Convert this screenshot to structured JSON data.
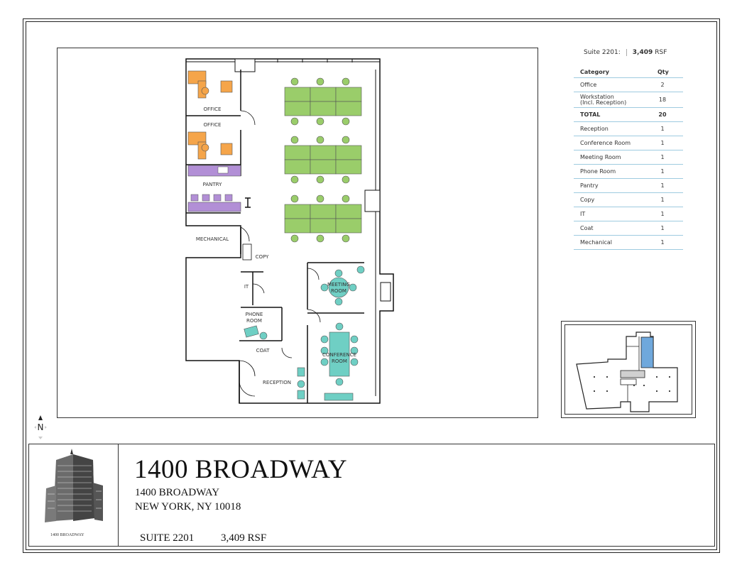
{
  "plan": {
    "rooms": {
      "office_1": "OFFICE",
      "office_2": "OFFICE",
      "pantry": "PANTRY",
      "mechanical": "MECHANICAL",
      "copy": "COPY",
      "it": "IT",
      "phone_1": "PHONE",
      "phone_2": "ROOM",
      "coat": "COAT",
      "reception": "RECEPTION",
      "meeting_1": "MEETING",
      "meeting_2": "ROOM",
      "conference_1": "CONFERENCE",
      "conference_2": "ROOM"
    },
    "colors": {
      "office": "#f5a54a",
      "pantry": "#b28fd6",
      "workstation": "#9acd6a",
      "meeting": "#6fcfc4",
      "walls": "#111111"
    }
  },
  "legend": {
    "suite_label": "Suite 2201:",
    "suite_value": "3,409",
    "suite_unit": "RSF",
    "header_category": "Category",
    "header_qty": "Qty",
    "rows": [
      {
        "category": "Office",
        "qty": "2"
      },
      {
        "category": "Workstation",
        "sub": "(Incl. Reception)",
        "qty": "18"
      },
      {
        "category": "TOTAL",
        "qty": "20"
      },
      {
        "category": "Reception",
        "qty": "1"
      },
      {
        "category": "Conference Room",
        "qty": "1"
      },
      {
        "category": "Meeting Room",
        "qty": "1"
      },
      {
        "category": "Phone Room",
        "qty": "1"
      },
      {
        "category": "Pantry",
        "qty": "1"
      },
      {
        "category": "Copy",
        "qty": "1"
      },
      {
        "category": "IT",
        "qty": "1"
      },
      {
        "category": "Coat",
        "qty": "1"
      },
      {
        "category": "Mechanical",
        "qty": "1"
      }
    ]
  },
  "north": {
    "label": "N"
  },
  "titleblock": {
    "name": "1400 BROADWAY",
    "address_line1": "1400 BROADWAY",
    "address_line2": "NEW YORK, NY 10018",
    "suite": "SUITE 2201",
    "rsf": "3,409 RSF",
    "logo_caption": "1400 BROADWAY"
  },
  "keymap": {
    "highlight_color": "#6fa8dc"
  }
}
